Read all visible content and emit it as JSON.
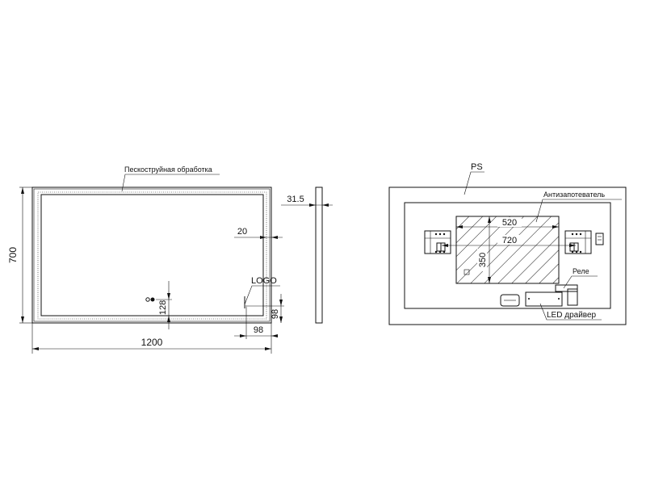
{
  "front_view": {
    "sandblast_label": "Пескоструйная обработка",
    "logo_label": "LOGO",
    "dim_width": "1200",
    "dim_height": "700",
    "dim_border": "20",
    "dim_logo_offset_x": "98",
    "dim_logo_offset_y": "98",
    "dim_switch_height": "128"
  },
  "side_view": {
    "dim_thickness": "31.5"
  },
  "back_view": {
    "ps_label": "PS",
    "antifog_label": "Антизапотеватель",
    "relay_label": "Реле",
    "led_driver_label": "LED драйвер",
    "dim_heater_width": "520",
    "dim_bracket_span": "720",
    "dim_heater_height": "350"
  }
}
